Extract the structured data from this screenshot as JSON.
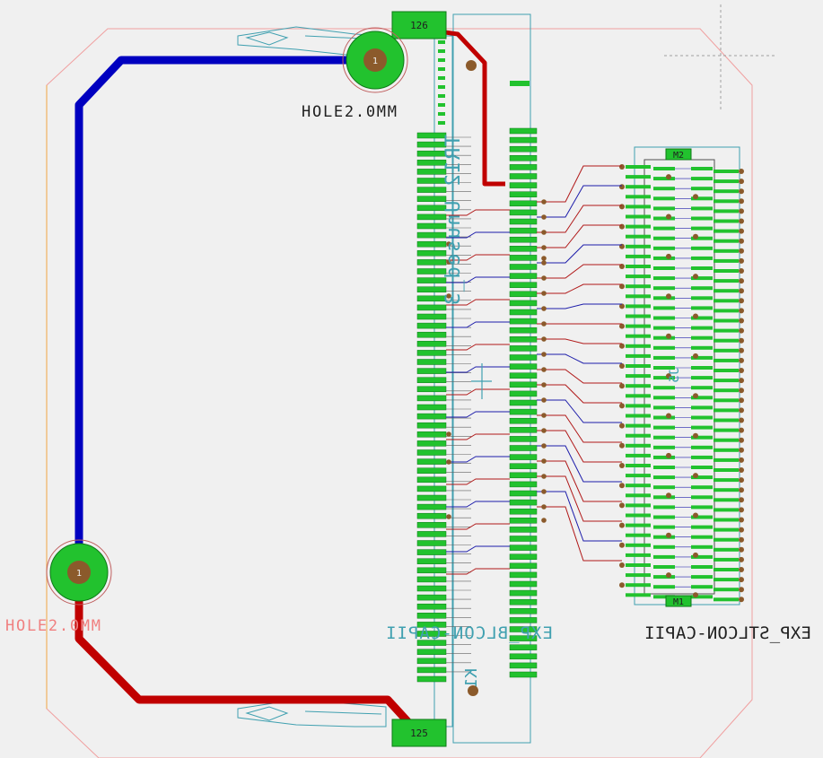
{
  "pads": {
    "top_pin": "126",
    "bottom_pin": "125",
    "right_top_pin": "M2",
    "right_bottom_pin": "M1"
  },
  "holes": {
    "label": "HOLE2.0MM",
    "pin": "1"
  },
  "connectors": {
    "left_label": "EXP_BLCON-CAPII",
    "right_label": "EXP_STLCON-CAPII",
    "left_refdes": "K1",
    "right_refdes": "J5",
    "net_note": "TR12 Unused_3"
  },
  "colors": {
    "background": "#f0f0f0",
    "pad": "#22c22e",
    "pad_dark": "#0d7a17",
    "top_copper": "#c00000",
    "bottom_copper": "#0000c0",
    "thin_red": "#b01818",
    "thin_blue": "#1c1caa",
    "via": "#8b5a2b",
    "outline": "#f0a0a0",
    "silk_cyan": "#40a0b0",
    "orange_edge": "#f0b060"
  }
}
